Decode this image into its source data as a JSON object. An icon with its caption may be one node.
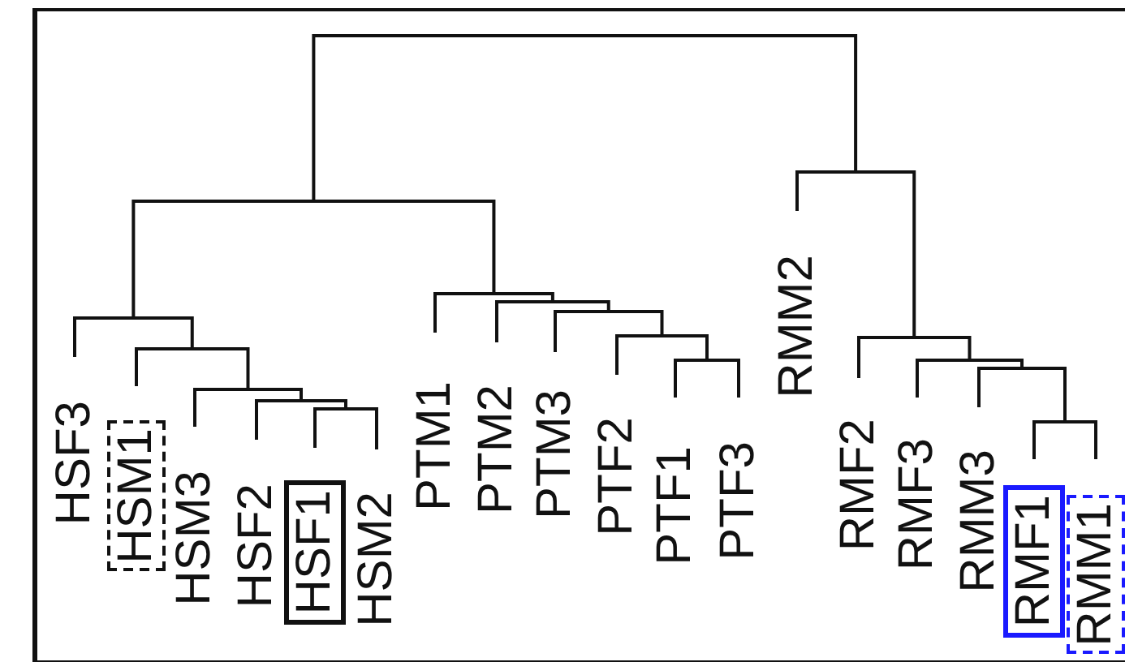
{
  "diagram": {
    "nodes": [
      {
        "text": [
          "HSF3"
        ]
      },
      {
        "text": [
          "HSM1"
        ]
      },
      {
        "text": [
          "HSM3"
        ]
      },
      {
        "text": [
          "HSF2"
        ]
      },
      {
        "text": [
          "HSF1"
        ]
      },
      {
        "text": [
          "HSM2"
        ]
      },
      {
        "text": [
          "PTM1"
        ]
      },
      {
        "text": [
          "PTM2"
        ]
      },
      {
        "text": [
          "PTM3"
        ]
      },
      {
        "text": [
          "PTF2"
        ]
      },
      {
        "text": [
          "PTF1"
        ]
      },
      {
        "text": [
          "PTF3"
        ]
      },
      {
        "text": [
          "RMM2"
        ]
      },
      {
        "text": [
          "RMF2"
        ]
      },
      {
        "text": [
          "RMF3"
        ]
      },
      {
        "text": [
          "RMM3"
        ]
      },
      {
        "text": [
          "RMF1"
        ]
      },
      {
        "text": [
          "RMM1"
        ]
      }
    ]
  }
}
